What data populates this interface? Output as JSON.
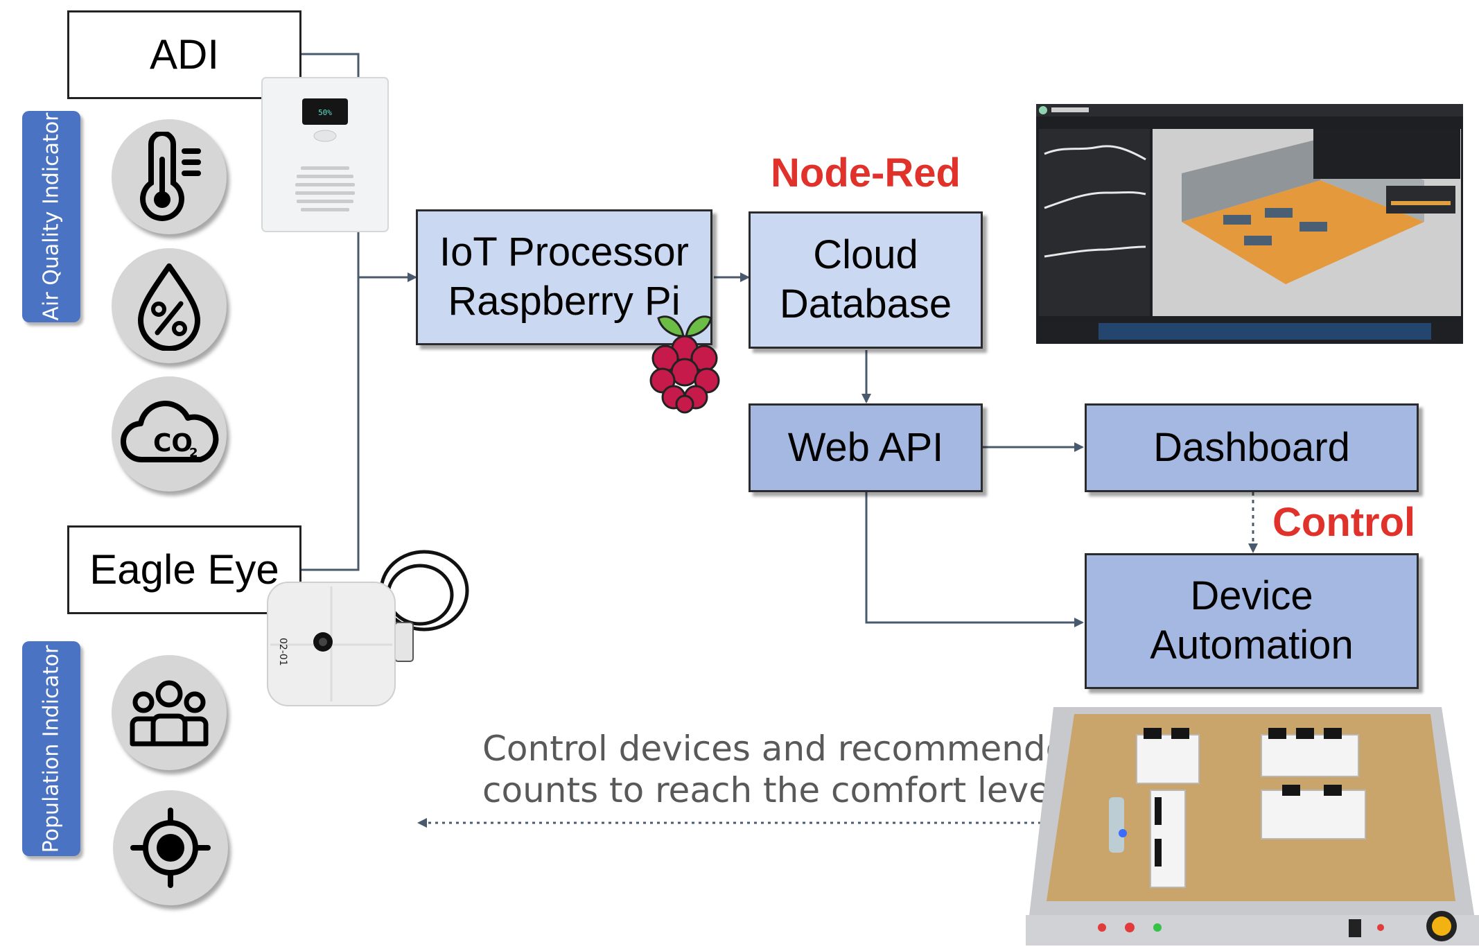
{
  "nodes": {
    "adi": "ADI",
    "eagle_eye": "Eagle Eye",
    "iot_processor": [
      "IoT Processor",
      "Raspberry Pi"
    ],
    "cloud_database": [
      "Cloud",
      "Database"
    ],
    "web_api": "Web API",
    "dashboard": "Dashboard",
    "device_automation": [
      "Device",
      "Automation"
    ]
  },
  "labels": {
    "air_quality": "Air Quality Indicator",
    "population": "Population Indicator",
    "node_red": "Node-Red",
    "control": "Control"
  },
  "caption": [
    "Control devices and recommended",
    "counts to reach the comfort level."
  ],
  "icons": [
    "thermometer-icon",
    "humidity-drop-icon",
    "co2-cloud-icon",
    "people-group-icon",
    "target-icon",
    "raspberry-pi-logo"
  ],
  "co2_text": "CO",
  "co2_sub": "2",
  "colors": {
    "light_box": "#cbd8f1",
    "mid_box": "#a4b8e2",
    "tag": "#4b73c4",
    "red": "#e0322a",
    "arrow": "#4a5a6e"
  }
}
